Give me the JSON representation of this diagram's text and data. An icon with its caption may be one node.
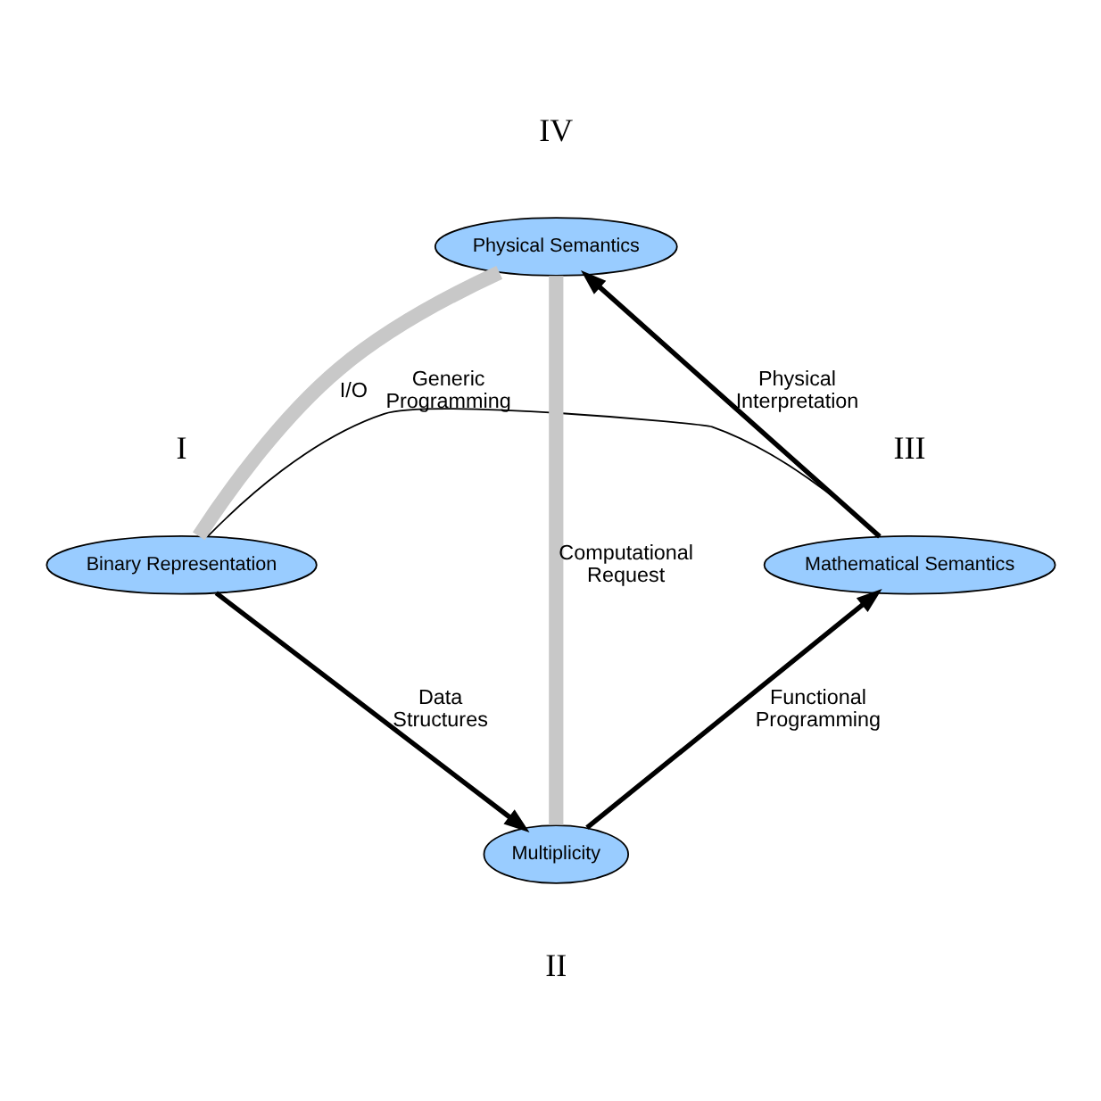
{
  "diagram": {
    "nodes": [
      {
        "text": [
          "Binary Representation"
        ],
        "beside": [
          "I"
        ]
      },
      {
        "text": [
          "Multiplicity"
        ],
        "beside": [
          "II"
        ]
      },
      {
        "text": [
          "Mathematical Semantics"
        ],
        "beside": [
          "III"
        ]
      },
      {
        "text": [
          "Physical Semantics"
        ],
        "beside": [
          "IV"
        ]
      }
    ],
    "edges": [
      {
        "from": 0,
        "to": 1,
        "arrow": "to",
        "label": "Data Structures"
      },
      {
        "from": 1,
        "to": 2,
        "arrow": "to",
        "label": "Functional Programming"
      },
      {
        "from": 2,
        "to": 3,
        "arrow": "to",
        "label": "Physical Interpretation"
      },
      {
        "from": 0,
        "to": 3,
        "arrow": "none",
        "label": "I/O",
        "style": "thick",
        "color": "#c8c8c8"
      },
      {
        "from": 1,
        "to": 3,
        "arrow": "none",
        "label": "Computational Request",
        "style": "thick",
        "color": "#c8c8c8"
      },
      {
        "from": 0,
        "to": 2,
        "arrow": "none",
        "label": "Generic Programming"
      }
    ]
  }
}
